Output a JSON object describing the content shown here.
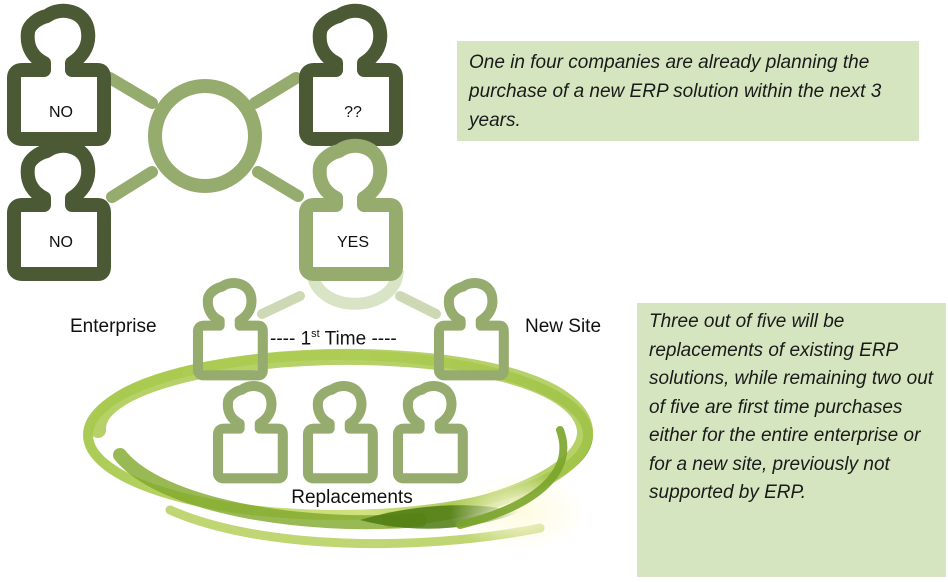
{
  "diagram": {
    "people": {
      "top_left": {
        "label": "NO"
      },
      "top_right": {
        "label": "??"
      },
      "bottom_left": {
        "label": "NO"
      },
      "bottom_right": {
        "label": "YES"
      }
    },
    "labels": {
      "enterprise": "Enterprise",
      "new_site": "New Site",
      "first_time_prefix": "---- 1",
      "first_time_sup": "st",
      "first_time_suffix": " Time ----",
      "replacements": "Replacements"
    },
    "notes": {
      "top": "One in four companies are already planning the purchase of a new ERP solution within the next 3 years.",
      "right": "Three out of five will be replacements of existing ERP solutions, while remaining two out of five are first time purchases either for the entire enterprise or for a new site, previously not supported by ERP."
    },
    "colors": {
      "dark_green": "#4b5a34",
      "mid_green": "#96ac6e",
      "light_green": "#cdd9b5",
      "note_bg": "#d5e5bf"
    }
  }
}
